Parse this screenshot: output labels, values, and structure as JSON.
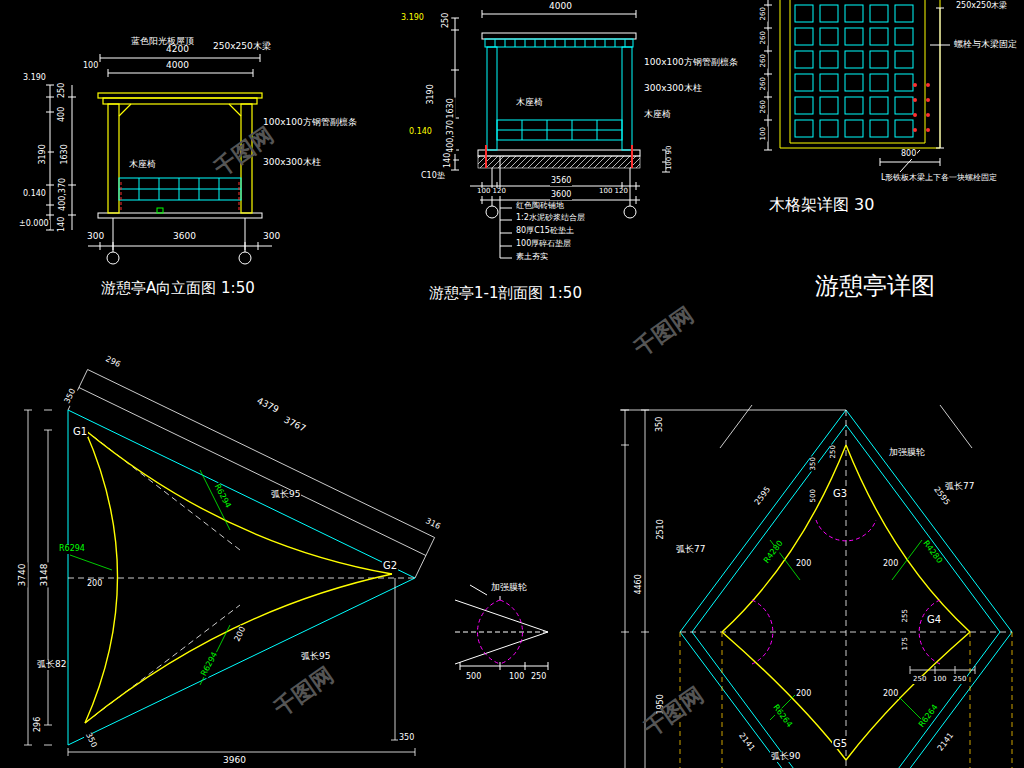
{
  "diagram": {
    "title": "游憩亭详图",
    "labels": [
      "蓝色阳光板屋顶",
      "4200",
      "250x250木梁",
      "100",
      "4000",
      "3.190",
      "250",
      "400",
      "100x100方钢管副檩条",
      "3190",
      "1630",
      "木座椅",
      "300x300木柱",
      "0.140",
      "400,370",
      "±0.000",
      "140",
      "300",
      "3600",
      "300",
      "游憩亭A向立面图 1:50",
      "3.190",
      "250",
      "4000",
      "100x100方钢管副檩条",
      "3190",
      "1630",
      "木座椅",
      "300x300木柱",
      "木座椅",
      "0.140",
      "400,370",
      "140",
      "C10垫",
      "100 120",
      "3560",
      "100 120",
      "3600",
      "100 90",
      "红色陶砖铺地",
      "1:2水泥砂浆结合层",
      "80厚C15砼垫土",
      "100厚碎石垫层",
      "素土夯实",
      "游憩亭1-1剖面图 1:50",
      "250x250木梁",
      "260",
      "260",
      "260",
      "260",
      "260",
      "100",
      "螺栓与木梁固定",
      "800",
      "L形铁板木梁上下各一块螺栓固定",
      "木格架详图 30",
      "296",
      "350",
      "4379",
      "3767",
      "G1",
      "弧长95",
      "316",
      "R6294",
      "R6294",
      "200",
      "G2",
      "3740",
      "3148",
      "弧长82",
      "弧长95",
      "200",
      "R6294",
      "296",
      "350",
      "3960",
      "350",
      "加强膜轮",
      "500",
      "100",
      "250",
      "350",
      "2510",
      "4460",
      "250",
      "350",
      "500",
      "G3",
      "加强膜轮",
      "弧长77",
      "2595",
      "2595",
      "R4280",
      "200",
      "R4280",
      "200",
      "弧长77",
      "255",
      "175",
      "G4",
      "250",
      "100",
      "250",
      "1950",
      "R6264",
      "200",
      "R6264",
      "200",
      "2141",
      "2141",
      "G5",
      "弧长90",
      "千图网",
      "千图网",
      "千图网",
      "千图网"
    ]
  }
}
